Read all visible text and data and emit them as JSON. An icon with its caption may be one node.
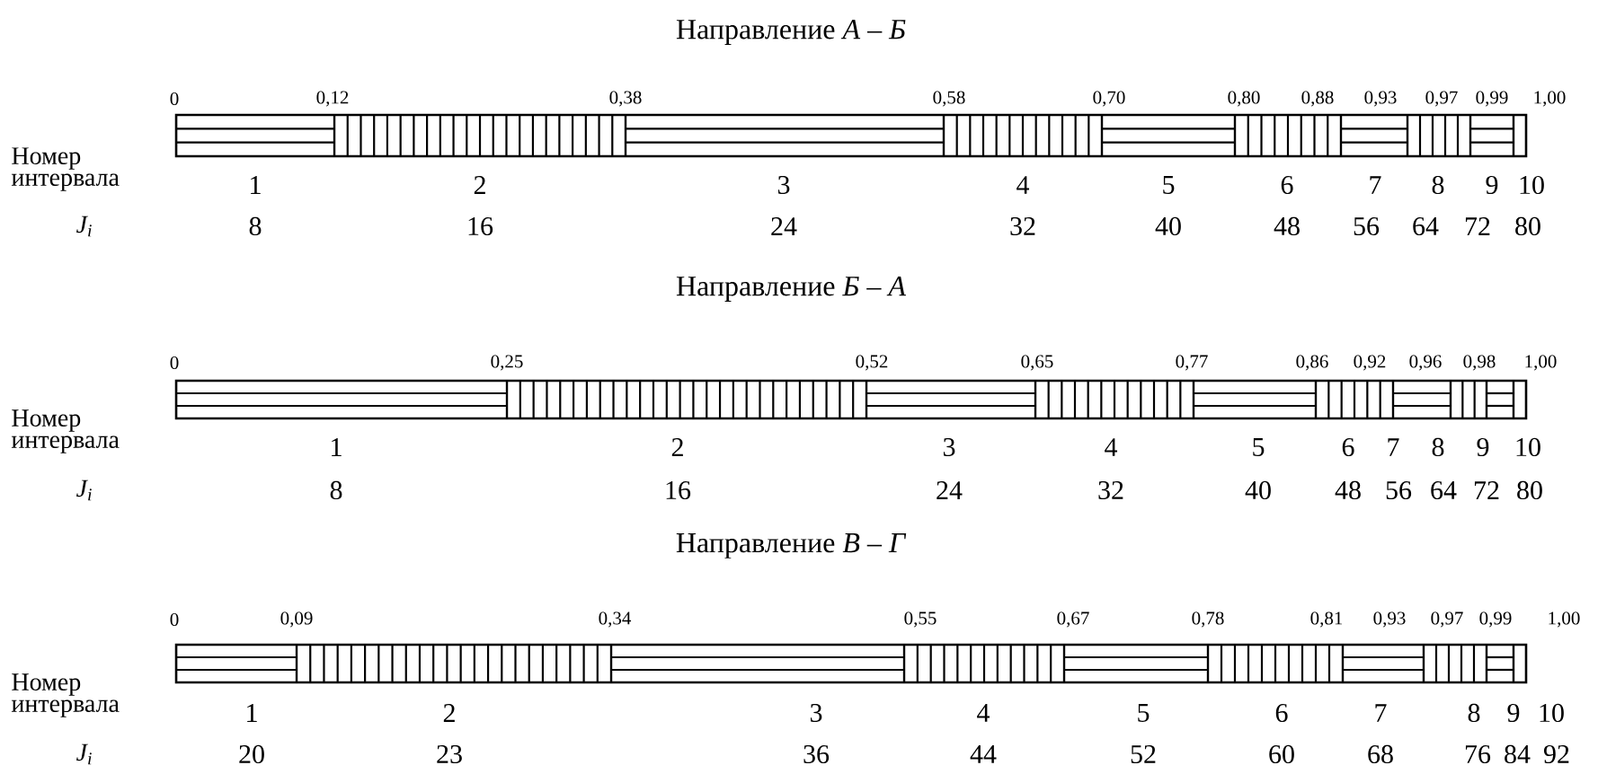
{
  "diagram": {
    "labels": [
      "Направление *А* – *Б*",
      "0",
      "0,12",
      "0,38",
      "0,58",
      "0,70",
      "0,80",
      "0,88",
      "0,93",
      "0,97",
      "0,99",
      "1,00",
      "Номер интервала",
      "1",
      "2",
      "3",
      "4",
      "5",
      "6",
      "7",
      "8",
      "9",
      "10",
      "J$_{i}$",
      "8",
      "16",
      "24",
      "32",
      "40",
      "48",
      "56",
      "64",
      "72",
      "80",
      "Направление *Б* – *А*",
      "0",
      "0,25",
      "0,52",
      "0,65",
      "0,77",
      "0,86",
      "0,92",
      "0,96",
      "0,98",
      "1,00",
      "Номер интервала",
      "1",
      "2",
      "3",
      "4",
      "5",
      "6",
      "7",
      "8",
      "9",
      "10",
      "J$_{i}$",
      "8",
      "16",
      "24",
      "32",
      "40",
      "48",
      "56",
      "64",
      "72",
      "80",
      "Направление *В* – *Г*",
      "0",
      "0,09",
      "0,34",
      "0,55",
      "0,67",
      "0,78",
      "0,81",
      "0,93",
      "0,97",
      "0,99",
      "1,00",
      "Номер интервала",
      "1",
      "2",
      "3",
      "4",
      "5",
      "6",
      "7",
      "8",
      "9",
      "10",
      "J$_{i}$",
      "20",
      "23",
      "36",
      "44",
      "52",
      "60",
      "68",
      "76",
      "84",
      "92"
    ]
  }
}
